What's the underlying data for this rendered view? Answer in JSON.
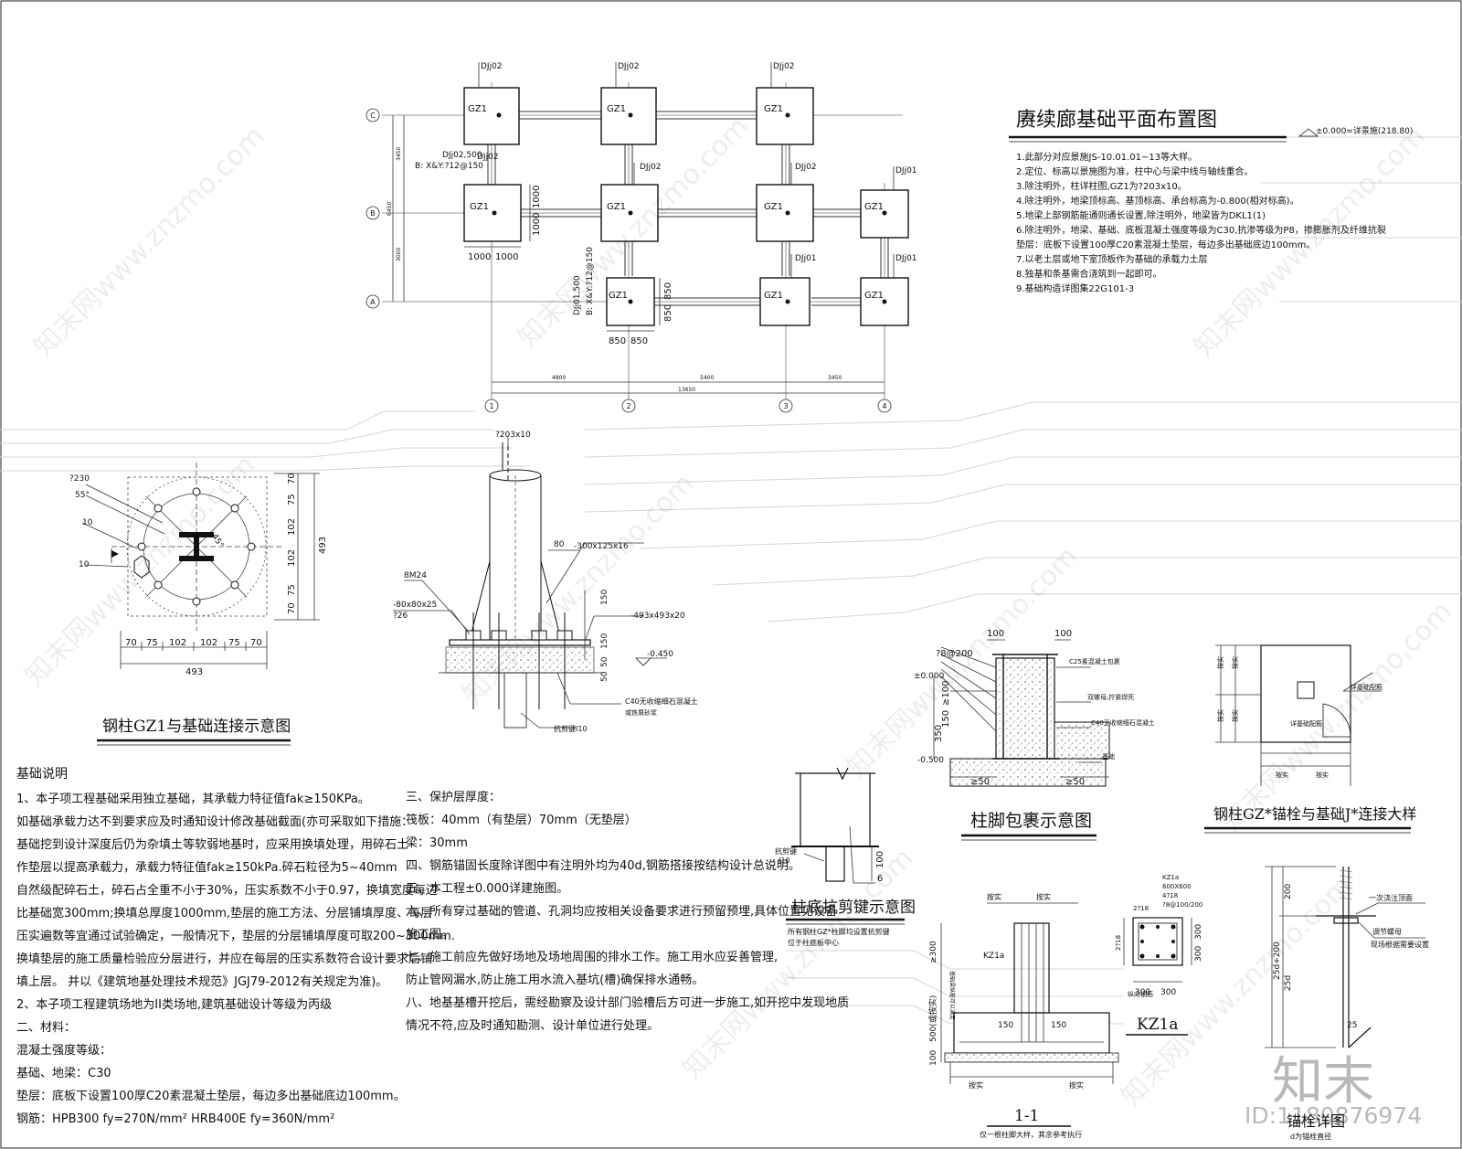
{
  "plan": {
    "title": "赓续廊基础平面布置图",
    "elevation_label": "±0.000=详景施(218.80)",
    "grid_rows": [
      "C",
      "B",
      "A"
    ],
    "grid_cols": [
      "1",
      "2",
      "3",
      "4"
    ],
    "col_spacing": [
      "4800",
      "5400",
      "3450"
    ],
    "total_width": "13650",
    "row_spacing": [
      "3450",
      "3000"
    ],
    "row_total": "6450",
    "footing_labels": [
      "DJj02",
      "DJj02",
      "DJj02",
      "DJj02",
      "DJj02",
      "DJj02",
      "DJj01",
      "DJj01",
      "DJj01",
      "DJj01"
    ],
    "column_label": "GZ1",
    "dim_1000": "1000",
    "dim_850": "850",
    "callout_1": "DJj02,500",
    "callout_1_b": "B: X&Y:?12@150",
    "callout_2": "DJj01,500",
    "callout_2_b": "B: X&Y:?12@150",
    "notes": [
      "1.此部分对应景施JS-10.01.01~13等大样。",
      "2.定位、标高以景施图为准，柱中心与梁中线与轴线重合。",
      "3.除注明外，柱详柱图,GZ1为?203x10。",
      "4.除注明外，地梁顶标高、基顶标高、承台标高为-0.800(相对标高)。",
      "5.地梁上部钢筋能通则通长设置,除注明外，地梁皆为DKL1(1)",
      "6.除注明外，地梁、基础、底板混凝土强度等级为C30,抗渗等级为P8，掺膨胀剂及纤维抗裂",
      "垫层：底板下设置100厚C20素混凝土垫层，每边多出基础底边100mm。",
      "7.以老土层或地下室顶板作为基础的承载力土层",
      "8.独基和条基需合浇筑到一起即可。",
      "9.基础构造详图集22G101-3"
    ]
  },
  "detail_gz1": {
    "title": "钢柱GZ1与基础连接示意图",
    "dims_bottom": [
      "70",
      "75",
      "102",
      "102",
      "75",
      "70"
    ],
    "dims_total": "493",
    "dims_right": [
      "70",
      "75",
      "102",
      "102",
      "75",
      "70"
    ],
    "labels": [
      "?230",
      "55°",
      "10",
      "10",
      "45°"
    ]
  },
  "detail_section": {
    "pipe": "?203x10",
    "plate_rib": "-300x125x16",
    "base_plate": "-493x493x20",
    "washer": "-80x80x25",
    "hole": "?26",
    "bolts": "8M24",
    "dim_80": "80",
    "dim_150a": "150",
    "dim_150b": "150",
    "dim_50a": "50",
    "dim_50b": "50",
    "elev": "-0.450",
    "grout": "C40无收缩细石混凝土",
    "grout_sub": "或铁屑砂浆",
    "shear_key": "抗剪键I10"
  },
  "detail_wrap": {
    "title": "柱脚包裹示意图",
    "rebar": "?8@200",
    "elev_top": "±0.000",
    "elev_bot": "-0.500",
    "dim_100a": "100",
    "dim_100b": "100",
    "dim_ge100": "≥100",
    "dim_150": "150",
    "dim_350": "350",
    "dim_ge50a": "≥50",
    "dim_ge50b": "≥50",
    "c25": "C25素混凝土包裹",
    "nuts": "双螺母,拧紧焊死",
    "c40": "C40无收缩细石混凝土",
    "found": "基础"
  },
  "detail_key": {
    "title": "柱底抗剪键示意图",
    "key_label": "抗剪键",
    "key_sub": "I10",
    "dim_100": "100",
    "weld": "6",
    "note1": "所有钢柱GZ*柱脚均设置抗剪键",
    "note2": "位于柱底板中心"
  },
  "detail_gzj": {
    "title": "钢柱GZ*锚栓与基础J*连接大样",
    "label_anchor": "按实",
    "label_pad": "详基础配筋"
  },
  "detail_11": {
    "title": "1-1",
    "sub": "仅一根柱脚大样，其余参考执行",
    "kz": "KZ1a",
    "dim_ge300": "≥300",
    "dim_500": "500(或按实)",
    "dim_100": "100",
    "dim_150a": "150",
    "dim_150b": "150",
    "label": "按实",
    "beam_note": "基础梁纵筋可以满足",
    "side_note": "纵向钢筋"
  },
  "detail_kz1a": {
    "title": "KZ1a",
    "size": "600X600",
    "bars": "4?18",
    "stirrup": "?8@100/200",
    "corner": "2?18",
    "side": "2?18",
    "dim_300a": "300",
    "dim_300b": "300"
  },
  "detail_anchor": {
    "title": "锚栓详图",
    "grout_line": "一次浇注顶面",
    "nut_note": "调节螺母",
    "nut_note2": "现场根据需要设置",
    "dim_200": "200",
    "dim_25d200": "25d+200",
    "dim_25d": "25d",
    "dim_25": "25",
    "d_label": "d为锚栓直径"
  },
  "foundation_notes": {
    "heading": "基础说明",
    "lines": [
      "1、本子项工程基础采用独立基础，其承载力特征值fak≥150KPa。",
      "如基础承载力达不到要求应及时通知设计修改基础截面(亦可采取如下措施：",
      "基础挖到设计深度后仍为杂填土等软弱地基时，应采用换填处理，用碎石土",
      "作垫层以提高承载力，承载力特征值fak≥150kPa.碎石粒径为5~40mm",
      "自然级配碎石土，碎石占全重不小于30%，压实系数不小于0.97，换填宽度每边",
      "比基础宽300mm;换填总厚度1000mm,垫层的施工方法、分层铺填厚度、每层",
      "压实遍数等宜通过试验确定，一般情况下，垫层的分层铺填厚度可取200~300mm.",
      "换填垫层的施工质量检验应分层进行，并应在每层的压实系数符合设计要求后铺",
      "填上层。 并以《建筑地基处理技术规范》JGJ79-2012有关规定为准)。",
      "2、本子项工程建筑场地为II类场地,建筑基础设计等级为丙级",
      "二、材料：",
      "混凝土强度等级：",
      "基础、地梁：C30",
      "垫层：底板下设置100厚C20素混凝土垫层，每边多出基础底边100mm。",
      "钢筋：HPB300 fy=270N/mm²  HRB400E fy=360N/mm²"
    ]
  },
  "cover_notes": {
    "lines": [
      "三、保护层厚度：",
      "筏板：40mm（有垫层）70mm（无垫层）",
      "梁：30mm",
      "四、钢筋锚固长度除详图中有注明外均为40d,钢筋搭接按结构设计总说明。",
      "五、本工程±0.000详建施图。",
      "六、所有穿过基础的管道、孔洞均应按相关设备要求进行预留预埋,具体位置见设备",
      "施工图。",
      "七、施工前应先做好场地及场地周围的排水工作。施工用水应妥善管理,",
      "防止管网漏水,防止施工用水流入基坑(槽)确保排水通畅。",
      "八、地基基槽开挖后，需经勘察及设计部门验槽后方可进一步施工,如开挖中发现地质",
      "情况不符,应及时通知勘测、设计单位进行处理。"
    ]
  },
  "watermark": {
    "text": "知末网www.znzmo.com",
    "brand": "知末",
    "id": "ID:1180876974"
  },
  "colors": {
    "ink": "#111111",
    "thin": "#555555",
    "watermark": "#000000"
  }
}
